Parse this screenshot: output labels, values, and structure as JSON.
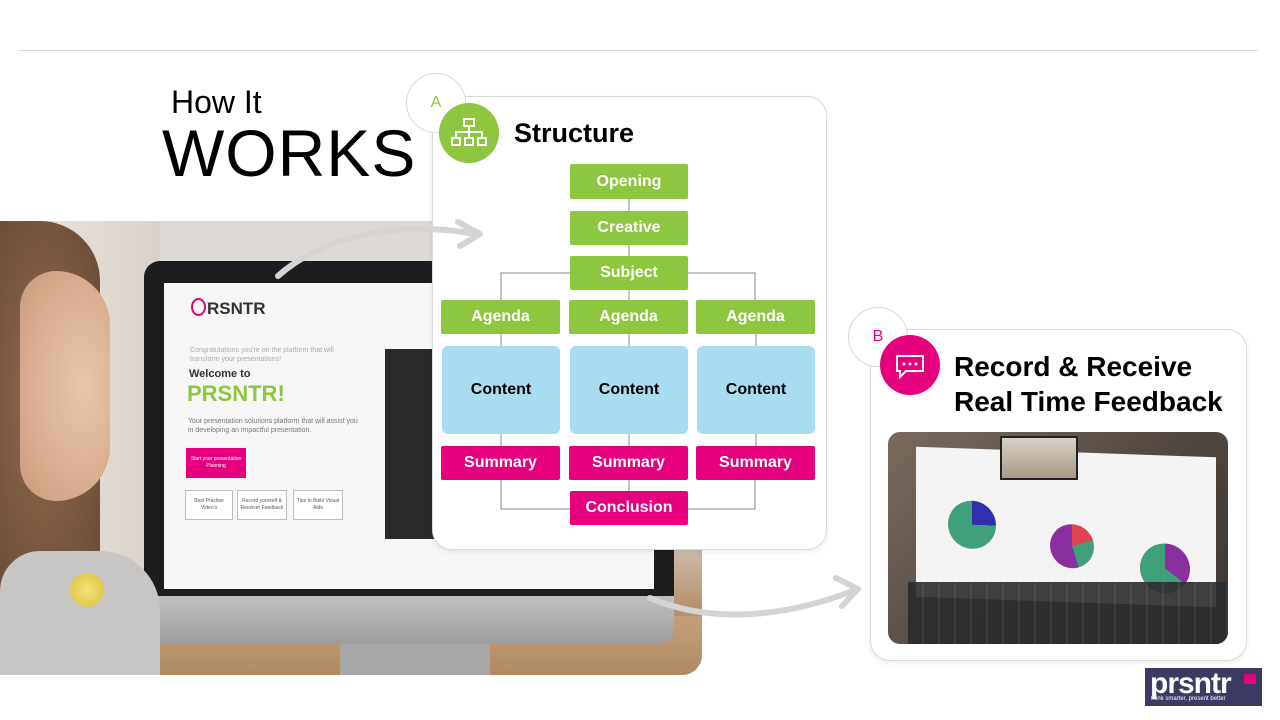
{
  "heading": {
    "line1": "How It",
    "line2": "WORKS"
  },
  "structure": {
    "badge": "A",
    "title": "Structure",
    "icon": "org-chart-icon",
    "opening": "Opening",
    "creative": "Creative",
    "subject": "Subject",
    "agenda": [
      "Agenda",
      "Agenda",
      "Agenda"
    ],
    "content": [
      "Content",
      "Content",
      "Content"
    ],
    "summary": [
      "Summary",
      "Summary",
      "Summary"
    ],
    "conclusion": "Conclusion"
  },
  "feedback": {
    "badge": "B",
    "icon": "chat-bubble-icon",
    "title_line1": "Record & Receive",
    "title_line2": "Real Time Feedback"
  },
  "app_screen": {
    "logo": "RSNTR",
    "intro": "Congratulations you're on the platform that will transform your presentations!",
    "welcome": "Welcome to",
    "brand": "PRSNTR!",
    "description": "Your presentation solutions platform that will assist you in developing an impactful presentation.",
    "cta": "Start your presentation Planning",
    "cards": [
      "Best Practise Video's",
      "Record yourself & Receiver Feedback",
      "Tips to Build Visual Aids"
    ]
  },
  "brand_logo": {
    "word": "prsntr",
    "tagline": "think smarter, present better"
  },
  "colors": {
    "green": "#8dc63f",
    "pink": "#e6007e",
    "blue": "#a8ddef",
    "logo_bg": "#3c3a64"
  }
}
